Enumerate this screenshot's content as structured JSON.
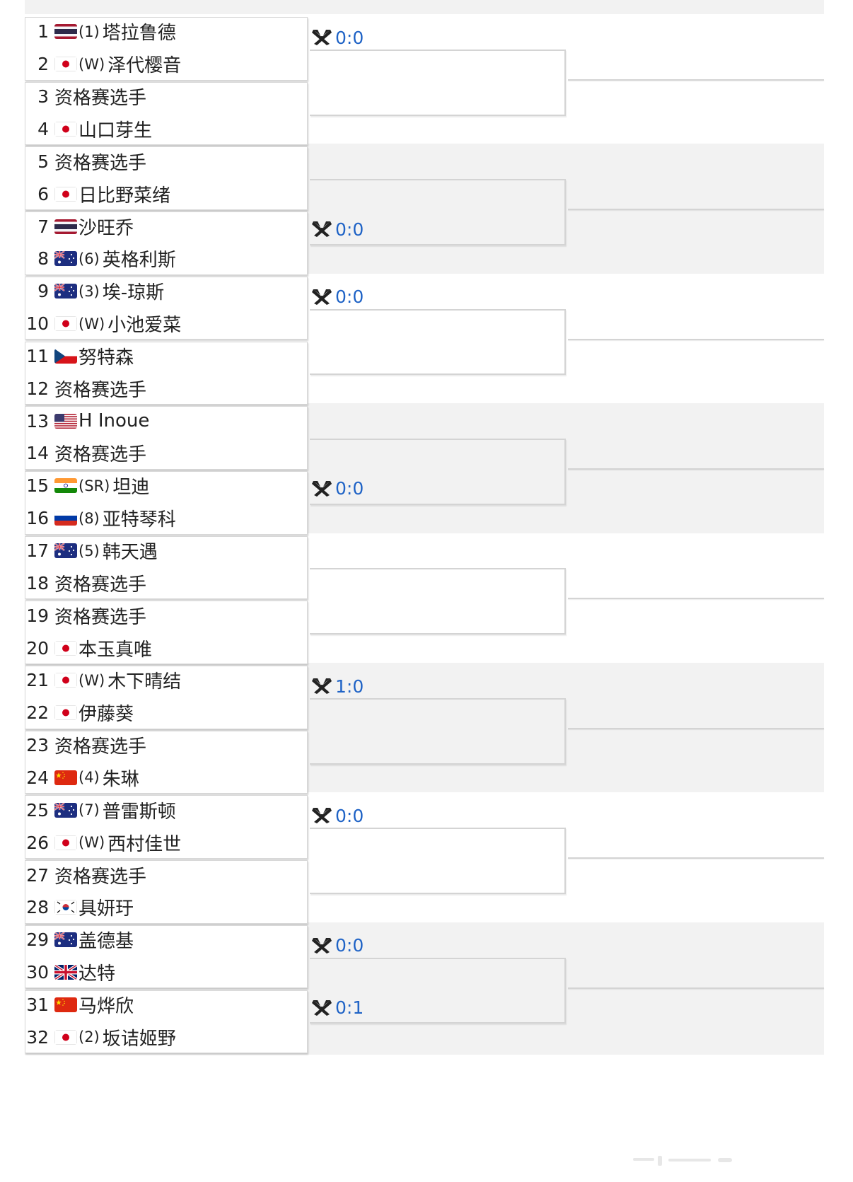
{
  "bracket": {
    "players": [
      {
        "num": "1",
        "flag": "thailand-flag",
        "tag": "(1)",
        "name": "塔拉鲁德"
      },
      {
        "num": "2",
        "flag": "japan-flag",
        "tag": "(W)",
        "name": "泽代樱音"
      },
      {
        "num": "3",
        "flag": "",
        "tag": "",
        "name": "资格赛选手"
      },
      {
        "num": "4",
        "flag": "japan-flag",
        "tag": "",
        "name": "山口芽生"
      },
      {
        "num": "5",
        "flag": "",
        "tag": "",
        "name": "资格赛选手"
      },
      {
        "num": "6",
        "flag": "japan-flag",
        "tag": "",
        "name": "日比野菜绪"
      },
      {
        "num": "7",
        "flag": "thailand-flag",
        "tag": "",
        "name": "沙旺乔"
      },
      {
        "num": "8",
        "flag": "australia-flag",
        "tag": "(6)",
        "name": "英格利斯"
      },
      {
        "num": "9",
        "flag": "australia-flag",
        "tag": "(3)",
        "name": "埃-琼斯"
      },
      {
        "num": "10",
        "flag": "japan-flag",
        "tag": "(W)",
        "name": "小池爱菜"
      },
      {
        "num": "11",
        "flag": "czech-flag",
        "tag": "",
        "name": "努特森"
      },
      {
        "num": "12",
        "flag": "",
        "tag": "",
        "name": "资格赛选手"
      },
      {
        "num": "13",
        "flag": "usa-flag",
        "tag": "",
        "name": "H Inoue"
      },
      {
        "num": "14",
        "flag": "",
        "tag": "",
        "name": "资格赛选手"
      },
      {
        "num": "15",
        "flag": "india-flag",
        "tag": "(SR)",
        "name": "坦迪"
      },
      {
        "num": "16",
        "flag": "russia-flag",
        "tag": "(8)",
        "name": "亚特琴科"
      },
      {
        "num": "17",
        "flag": "australia-flag",
        "tag": "(5)",
        "name": "韩天遇"
      },
      {
        "num": "18",
        "flag": "",
        "tag": "",
        "name": "资格赛选手"
      },
      {
        "num": "19",
        "flag": "",
        "tag": "",
        "name": "资格赛选手"
      },
      {
        "num": "20",
        "flag": "japan-flag",
        "tag": "",
        "name": "本玉真唯"
      },
      {
        "num": "21",
        "flag": "japan-flag",
        "tag": "(W)",
        "name": "木下晴结"
      },
      {
        "num": "22",
        "flag": "japan-flag",
        "tag": "",
        "name": "伊藤葵"
      },
      {
        "num": "23",
        "flag": "",
        "tag": "",
        "name": "资格赛选手"
      },
      {
        "num": "24",
        "flag": "china-flag",
        "tag": "(4)",
        "name": "朱琳"
      },
      {
        "num": "25",
        "flag": "australia-flag",
        "tag": "(7)",
        "name": "普雷斯顿"
      },
      {
        "num": "26",
        "flag": "japan-flag",
        "tag": "(W)",
        "name": "西村佳世"
      },
      {
        "num": "27",
        "flag": "",
        "tag": "",
        "name": "资格赛选手"
      },
      {
        "num": "28",
        "flag": "korea-flag",
        "tag": "",
        "name": "具妍玗"
      },
      {
        "num": "29",
        "flag": "australia-flag",
        "tag": "",
        "name": "盖德基"
      },
      {
        "num": "30",
        "flag": "uk-flag",
        "tag": "",
        "name": "达特"
      },
      {
        "num": "31",
        "flag": "china-flag",
        "tag": "",
        "name": "马烨欣"
      },
      {
        "num": "32",
        "flag": "japan-flag",
        "tag": "(2)",
        "name": "坂诘姬野"
      }
    ],
    "head_to_head": [
      {
        "pair_index": 0,
        "score": "0:0",
        "icon": "head-to-head-icon"
      },
      {
        "pair_index": 3,
        "score": "0:0",
        "icon": "head-to-head-icon"
      },
      {
        "pair_index": 4,
        "score": "0:0",
        "icon": "head-to-head-icon"
      },
      {
        "pair_index": 7,
        "score": "0:0",
        "icon": "head-to-head-icon"
      },
      {
        "pair_index": 10,
        "score": "1:0",
        "icon": "head-to-head-icon"
      },
      {
        "pair_index": 12,
        "score": "0:0",
        "icon": "head-to-head-icon"
      },
      {
        "pair_index": 14,
        "score": "0:0",
        "icon": "head-to-head-icon"
      },
      {
        "pair_index": 15,
        "score": "0:1",
        "icon": "head-to-head-icon"
      }
    ],
    "colors": {
      "score_blue": "#1f63c6",
      "band_gray": "#f2f2f2",
      "line_gray": "#d4d4d4"
    }
  }
}
